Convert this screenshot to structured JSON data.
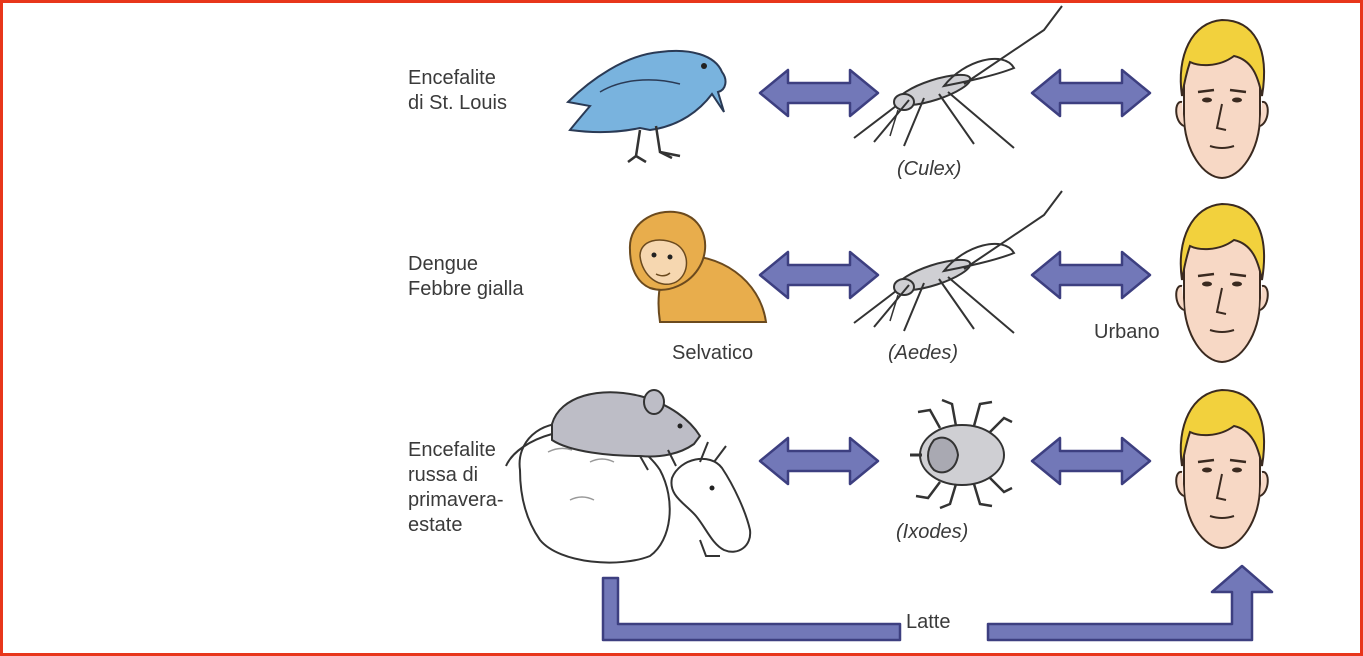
{
  "rows": [
    {
      "disease": "Encefalite\ndi St. Louis",
      "vector": "(Culex)"
    },
    {
      "disease": "Dengue\nFebbre gialla",
      "vector": "(Aedes)"
    },
    {
      "disease": "Encefalite\nrussa di\nprimavera-\nestate",
      "vector": "(Ixodes)"
    }
  ],
  "cycle_labels": {
    "sylvatic": "Selvatico",
    "urban": "Urbano"
  },
  "milk_label": "Latte",
  "colors": {
    "arrow_fill": "#7278b8",
    "arrow_stroke": "#3d3f80",
    "frame": "#e8361b",
    "bird": "#79b3de",
    "monkey": "#e8ad4c",
    "hair": "#f2d13d",
    "skin": "#f7d8c5",
    "rodent": "#bdbdc6"
  },
  "icons": [
    "bird-icon",
    "monkey-icon",
    "rodent-icon",
    "sheep-icon",
    "goat-icon",
    "mosquito-icon",
    "tick-icon",
    "human-face-icon"
  ]
}
